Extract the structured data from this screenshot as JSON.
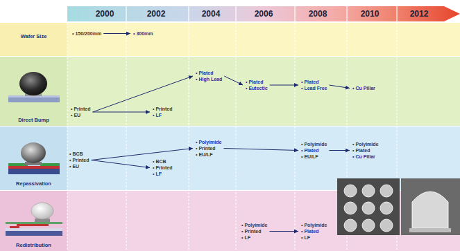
{
  "diagram": {
    "nodes": [
      {
        "text": [
          "Wafer Size"
        ]
      },
      {
        "text": [
          "• 150/200mm"
        ],
        "in": 0
      },
      {
        "text": [
          "• 300mm"
        ],
        "in": 0
      },
      {
        "text": [
          "Direct Bump"
        ]
      },
      {
        "text": [
          "• Printed",
          "• EU"
        ],
        "in": 3
      },
      {
        "text": [
          "• Printed",
          "• LF"
        ],
        "in": 3
      },
      {
        "text": [
          "• Plated",
          "• High Lead"
        ],
        "in": 3
      },
      {
        "text": [
          "• Plated",
          "• Eutectic"
        ],
        "in": 3
      },
      {
        "text": [
          "• Plated",
          "• Lead Free"
        ],
        "in": 3
      },
      {
        "text": [
          "• Cu Pillar"
        ],
        "in": 3
      },
      {
        "text": [
          "Repassivation"
        ]
      },
      {
        "text": [
          "• BCB",
          "• Printed",
          "• EU"
        ],
        "in": 10
      },
      {
        "text": [
          "• BCB",
          "• Printed",
          "• LF"
        ],
        "in": 10
      },
      {
        "text": [
          "• Polyimide",
          "• Printed",
          "• EU/LF"
        ],
        "in": 10
      },
      {
        "text": [
          "• Polyimide",
          "• Plated",
          "• EU/LF"
        ],
        "in": 10
      },
      {
        "text": [
          "• Polyimide",
          "• Plated",
          "• Cu Pillar"
        ],
        "in": 10
      },
      {
        "text": [
          "Redistribution"
        ]
      },
      {
        "text": [
          "• Polyimide",
          "• Printed",
          "• LF"
        ],
        "in": 16
      },
      {
        "text": [
          "• Polyimide",
          "• Plated",
          "• LF"
        ],
        "in": 16
      }
    ],
    "edges": [
      {
        "from": 1,
        "to": 2,
        "arrow": "to"
      },
      {
        "from": 4,
        "to": 6,
        "arrow": "to"
      },
      {
        "from": 4,
        "to": 5,
        "arrow": "to"
      },
      {
        "from": 6,
        "to": 7,
        "arrow": "to"
      },
      {
        "from": 7,
        "to": 8,
        "arrow": "to"
      },
      {
        "from": 8,
        "to": 9,
        "arrow": "to"
      },
      {
        "from": 11,
        "to": 13,
        "arrow": "to"
      },
      {
        "from": 11,
        "to": 12,
        "arrow": "to"
      },
      {
        "from": 13,
        "to": 14,
        "arrow": "to"
      },
      {
        "from": 14,
        "to": 15,
        "arrow": "to"
      },
      {
        "from": 17,
        "to": 18,
        "arrow": "to"
      }
    ],
    "labels": [
      "2000",
      "2002",
      "2004",
      "2006",
      "2008",
      "2010",
      "2012"
    ]
  }
}
